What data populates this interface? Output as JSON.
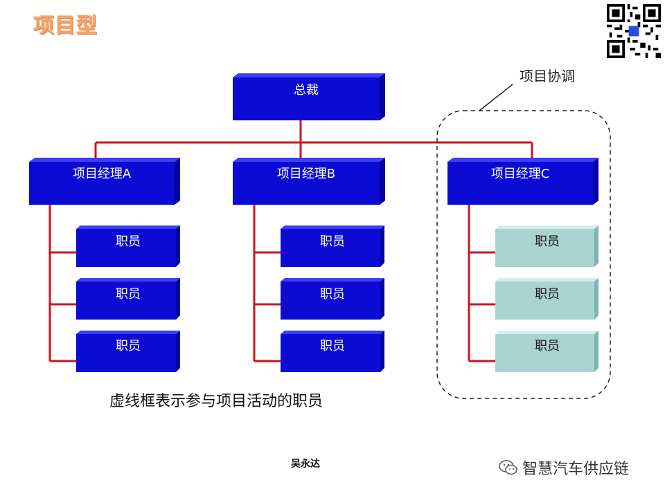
{
  "header": {
    "title": "项目型"
  },
  "org": {
    "president": "总裁",
    "managers": [
      {
        "label": "项目经理A",
        "staff": [
          "职员",
          "职员",
          "职员"
        ]
      },
      {
        "label": "项目经理B",
        "staff": [
          "职员",
          "职员",
          "职员"
        ]
      },
      {
        "label": "项目经理C",
        "staff": [
          "职员",
          "职员",
          "职员"
        ]
      }
    ]
  },
  "coordination_label": "项目协调",
  "caption": "虚线框表示参与项目活动的职员",
  "author": "吴永达",
  "brand": {
    "name": "智慧汽车供应链",
    "icon": "wechat-icon"
  },
  "colors": {
    "box_blue": "#0a0ad0",
    "box_teal": "#a9d3d0",
    "connector_red": "#d0121b",
    "title_orange": "#f3a36b"
  }
}
